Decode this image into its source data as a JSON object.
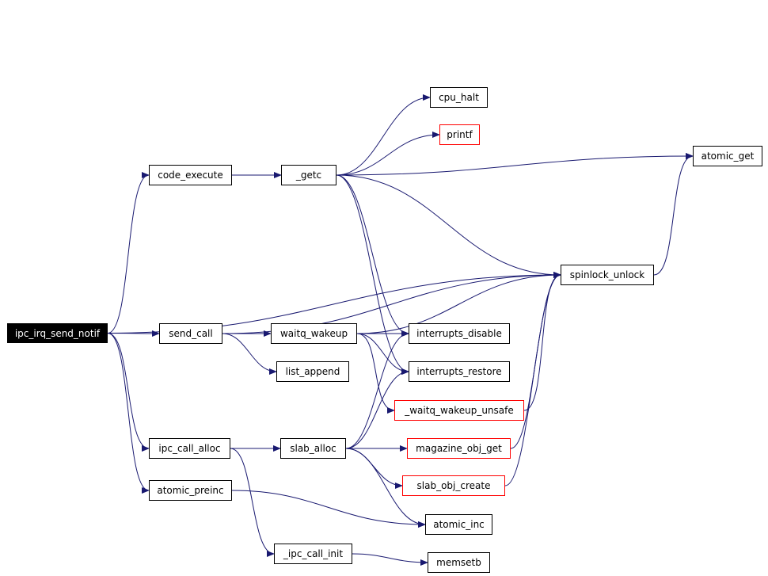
{
  "graph": {
    "edge_color": "#191970",
    "nodes": {
      "ipc_irq_send_notif": {
        "label": "ipc_irq_send_notif",
        "root": true
      },
      "code_execute": {
        "label": "code_execute"
      },
      "getc": {
        "label": "_getc"
      },
      "cpu_halt": {
        "label": "cpu_halt"
      },
      "printf": {
        "label": "printf",
        "red": true
      },
      "atomic_get": {
        "label": "atomic_get"
      },
      "spinlock_unlock": {
        "label": "spinlock_unlock"
      },
      "send_call": {
        "label": "send_call"
      },
      "waitq_wakeup": {
        "label": "waitq_wakeup"
      },
      "interrupts_disable": {
        "label": "interrupts_disable"
      },
      "interrupts_restore": {
        "label": "interrupts_restore"
      },
      "list_append": {
        "label": "list_append"
      },
      "waitq_wakeup_unsafe": {
        "label": "_waitq_wakeup_unsafe",
        "red": true
      },
      "ipc_call_alloc": {
        "label": "ipc_call_alloc"
      },
      "slab_alloc": {
        "label": "slab_alloc"
      },
      "magazine_obj_get": {
        "label": "magazine_obj_get",
        "red": true
      },
      "slab_obj_create": {
        "label": "slab_obj_create",
        "red": true
      },
      "atomic_preinc": {
        "label": "atomic_preinc"
      },
      "atomic_inc": {
        "label": "atomic_inc"
      },
      "ipc_call_init": {
        "label": "_ipc_call_init"
      },
      "memsetb": {
        "label": "memsetb"
      }
    },
    "edges": [
      [
        "ipc_irq_send_notif",
        "code_execute"
      ],
      [
        "ipc_irq_send_notif",
        "spinlock_unlock"
      ],
      [
        "ipc_irq_send_notif",
        "send_call"
      ],
      [
        "ipc_irq_send_notif",
        "ipc_call_alloc"
      ],
      [
        "ipc_irq_send_notif",
        "atomic_preinc"
      ],
      [
        "code_execute",
        "getc"
      ],
      [
        "getc",
        "atomic_get"
      ],
      [
        "getc",
        "cpu_halt"
      ],
      [
        "getc",
        "printf"
      ],
      [
        "getc",
        "spinlock_unlock"
      ],
      [
        "getc",
        "interrupts_disable"
      ],
      [
        "getc",
        "interrupts_restore"
      ],
      [
        "spinlock_unlock",
        "atomic_get"
      ],
      [
        "send_call",
        "spinlock_unlock"
      ],
      [
        "send_call",
        "waitq_wakeup"
      ],
      [
        "send_call",
        "list_append"
      ],
      [
        "waitq_wakeup",
        "spinlock_unlock"
      ],
      [
        "waitq_wakeup",
        "interrupts_disable"
      ],
      [
        "waitq_wakeup",
        "interrupts_restore"
      ],
      [
        "waitq_wakeup",
        "waitq_wakeup_unsafe"
      ],
      [
        "waitq_wakeup_unsafe",
        "spinlock_unlock"
      ],
      [
        "ipc_call_alloc",
        "slab_alloc"
      ],
      [
        "ipc_call_alloc",
        "ipc_call_init"
      ],
      [
        "slab_alloc",
        "interrupts_disable"
      ],
      [
        "slab_alloc",
        "interrupts_restore"
      ],
      [
        "slab_alloc",
        "magazine_obj_get"
      ],
      [
        "slab_alloc",
        "slab_obj_create"
      ],
      [
        "slab_alloc",
        "atomic_inc"
      ],
      [
        "magazine_obj_get",
        "spinlock_unlock"
      ],
      [
        "slab_obj_create",
        "spinlock_unlock"
      ],
      [
        "atomic_preinc",
        "atomic_inc"
      ],
      [
        "ipc_call_init",
        "memsetb"
      ]
    ]
  }
}
